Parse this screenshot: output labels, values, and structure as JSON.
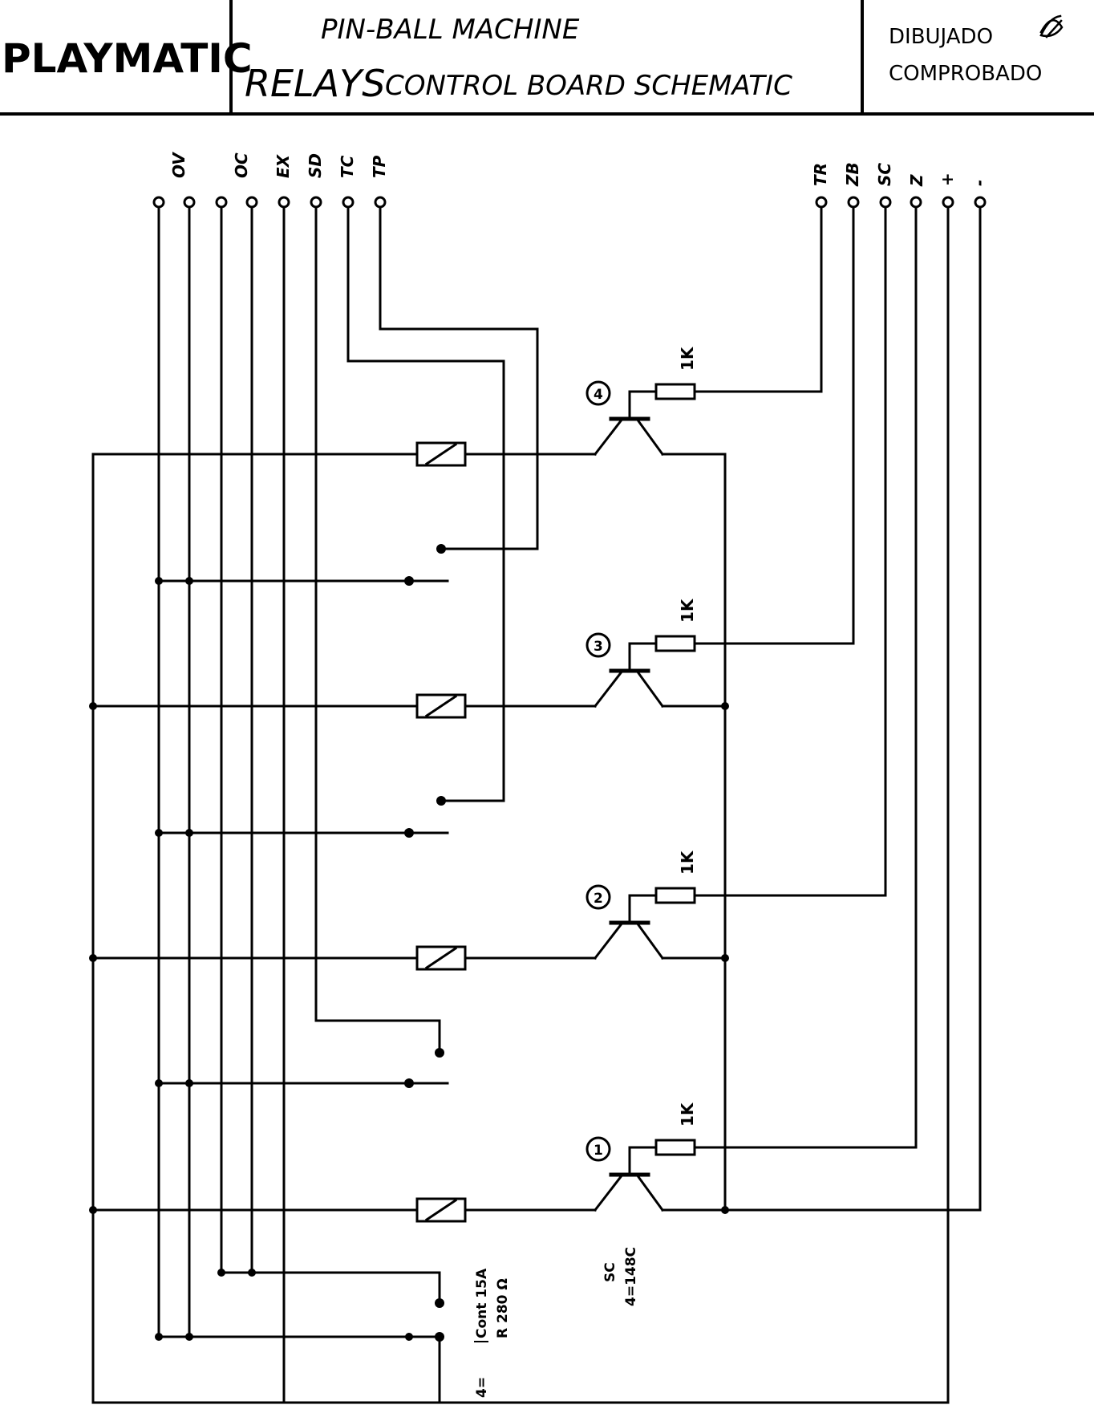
{
  "title_block": {
    "brand": "PLAYMATIC",
    "line1": "PIN-BALL  MACHINE",
    "line2_big": "RELAYS",
    "line2_rest": "CONTROL  BOARD  SCHEMATIC",
    "drawn": "DIBUJADO",
    "checked": "COMPROBADO"
  },
  "terminals_left": [
    "OV",
    "OC",
    "EX",
    "SD",
    "TC",
    "TP"
  ],
  "terminals_right": [
    "TR",
    "ZB",
    "SC",
    "Z",
    "+",
    "-"
  ],
  "stages": [
    {
      "num": "4",
      "resistor": "1K"
    },
    {
      "num": "3",
      "resistor": "1K"
    },
    {
      "num": "2",
      "resistor": "1K"
    },
    {
      "num": "1",
      "resistor": "1K"
    }
  ],
  "transistor_note": {
    "line1": "SC",
    "line2": "4=148C"
  },
  "relay_note": {
    "prefix": "4=",
    "line1": "Cont 15A",
    "line2": "R 280 Ω"
  }
}
